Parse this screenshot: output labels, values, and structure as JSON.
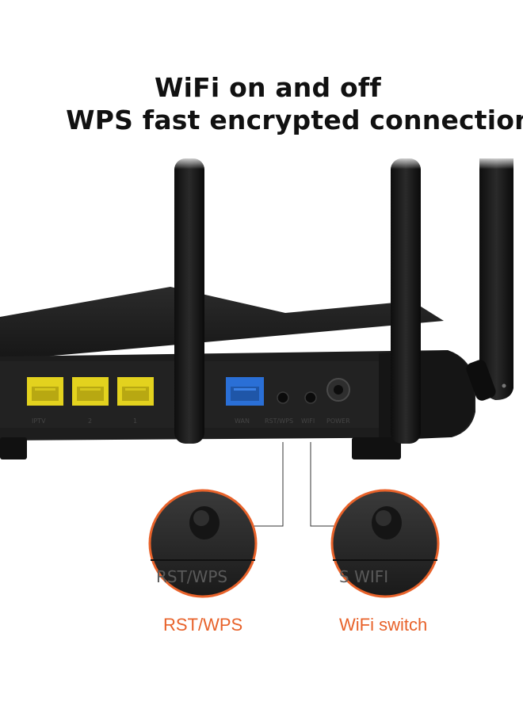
{
  "headline": {
    "line1": "WiFi on and off",
    "line2": "WPS fast encrypted connection"
  },
  "callouts": {
    "rst_wps": {
      "caption": "RST/WPS",
      "engraving": "RST/WPS"
    },
    "wifi_switch": {
      "caption": "WiFi switch",
      "engraving": "S WIFI"
    }
  },
  "port_labels": [
    "IPTV",
    "2",
    "1",
    "WAN",
    "RST/WPS",
    "WIFI",
    "POWER"
  ],
  "colors": {
    "accent_orange": "#e8622a",
    "lan_port_yellow": "#e3d21e",
    "wan_port_blue": "#2a6fd6",
    "router_body": "#1c1c1c"
  }
}
